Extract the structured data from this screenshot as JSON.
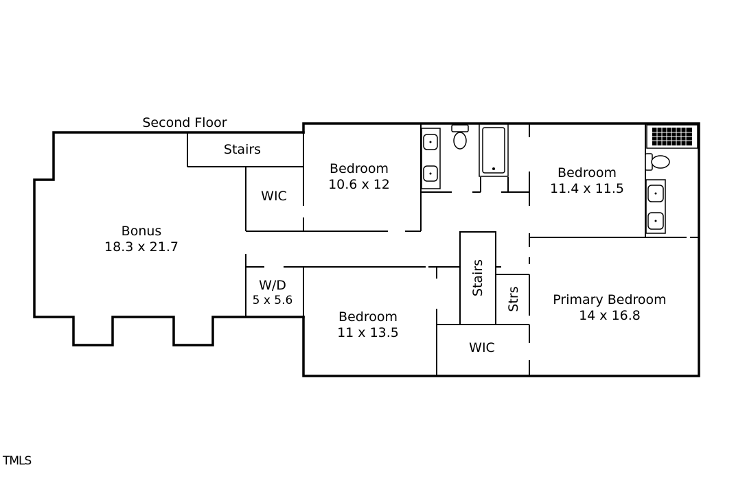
{
  "title": "Second Floor",
  "watermark": "TMLS",
  "rooms": {
    "stairs_top": {
      "name": "Stairs"
    },
    "wic_left": {
      "name": "WIC"
    },
    "bonus": {
      "name": "Bonus",
      "dims": "18.3 x 21.7"
    },
    "wd": {
      "name": "W/D",
      "dims": "5 x 5.6"
    },
    "bedroom_1": {
      "name": "Bedroom",
      "dims": "10.6 x 12"
    },
    "bedroom_2": {
      "name": "Bedroom",
      "dims": "11.4 x 11.5"
    },
    "bedroom_3": {
      "name": "Bedroom",
      "dims": "11 x 13.5"
    },
    "stairs_mid": {
      "name": "Stairs"
    },
    "strs": {
      "name": "Strs"
    },
    "wic_bottom": {
      "name": "WIC"
    },
    "primary": {
      "name": "Primary Bedroom",
      "dims": "14 x 16.8"
    }
  }
}
